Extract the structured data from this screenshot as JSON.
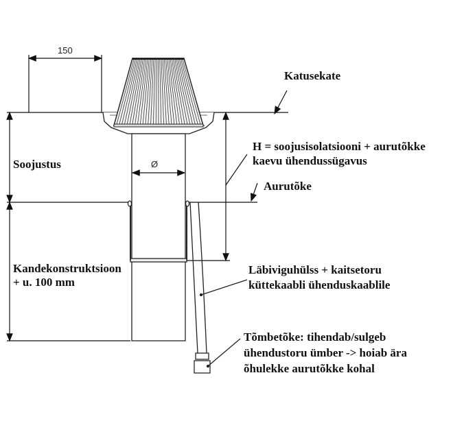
{
  "dimensions": {
    "width_label": "150",
    "diameter_label": "Ø"
  },
  "labels": {
    "roof": "Katusekate",
    "insulation": "Soojustus",
    "height_line1": "H = soojusisolatsiooni + aurutõkke",
    "height_line2": "kaevu ühendussügavus",
    "vapour_barrier": "Aurutõke",
    "structure_line1": "Kandekonstruktsioon",
    "structure_line2": "+ u. 100 mm",
    "sleeve_line1": "Läbiviguhülss + kaitsetoru",
    "sleeve_line2": "küttekaabli ühenduskaablile",
    "seal_line1": "Tõmbetõke: tihendab/sulgeb",
    "seal_line2": "ühendustoru ümber -> hoiab ära",
    "seal_line3": "õhulekke aurutõkke kohal"
  }
}
